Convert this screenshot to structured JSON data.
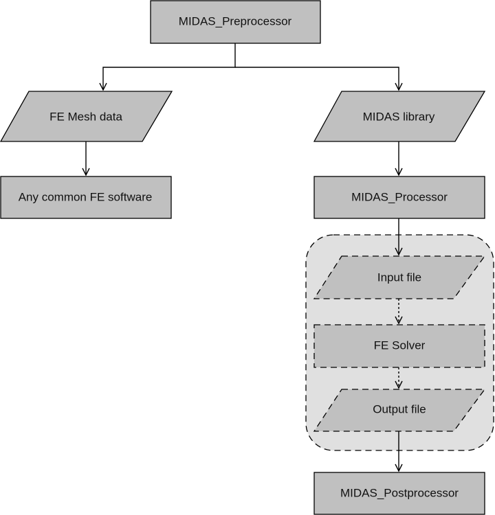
{
  "colors": {
    "node_fill": "#c0c0c0",
    "group_fill": "#e0e0e0",
    "stroke": "#000000",
    "background": "#ffffff"
  },
  "nodes": {
    "preprocessor": {
      "label": "MIDAS_Preprocessor",
      "shape": "rectangle"
    },
    "fe_mesh_data": {
      "label": "FE Mesh data",
      "shape": "parallelogram"
    },
    "midas_library": {
      "label": "MIDAS library",
      "shape": "parallelogram"
    },
    "common_fe_software": {
      "label": "Any common FE software",
      "shape": "rectangle"
    },
    "processor": {
      "label": "MIDAS_Processor",
      "shape": "rectangle"
    },
    "input_file": {
      "label": "Input file",
      "shape": "parallelogram",
      "dashed": true
    },
    "fe_solver": {
      "label": "FE Solver",
      "shape": "rectangle",
      "dashed": true
    },
    "output_file": {
      "label": "Output file",
      "shape": "parallelogram",
      "dashed": true
    },
    "postprocessor": {
      "label": "MIDAS_Postprocessor",
      "shape": "rectangle"
    }
  },
  "edges": [
    {
      "from": "preprocessor",
      "to": "fe_mesh_data",
      "style": "solid"
    },
    {
      "from": "preprocessor",
      "to": "midas_library",
      "style": "solid"
    },
    {
      "from": "fe_mesh_data",
      "to": "common_fe_software",
      "style": "solid"
    },
    {
      "from": "midas_library",
      "to": "processor",
      "style": "solid"
    },
    {
      "from": "processor",
      "to": "input_file",
      "style": "solid"
    },
    {
      "from": "input_file",
      "to": "fe_solver",
      "style": "dotted"
    },
    {
      "from": "fe_solver",
      "to": "output_file",
      "style": "dotted"
    },
    {
      "from": "output_file",
      "to": "postprocessor",
      "style": "solid"
    }
  ]
}
